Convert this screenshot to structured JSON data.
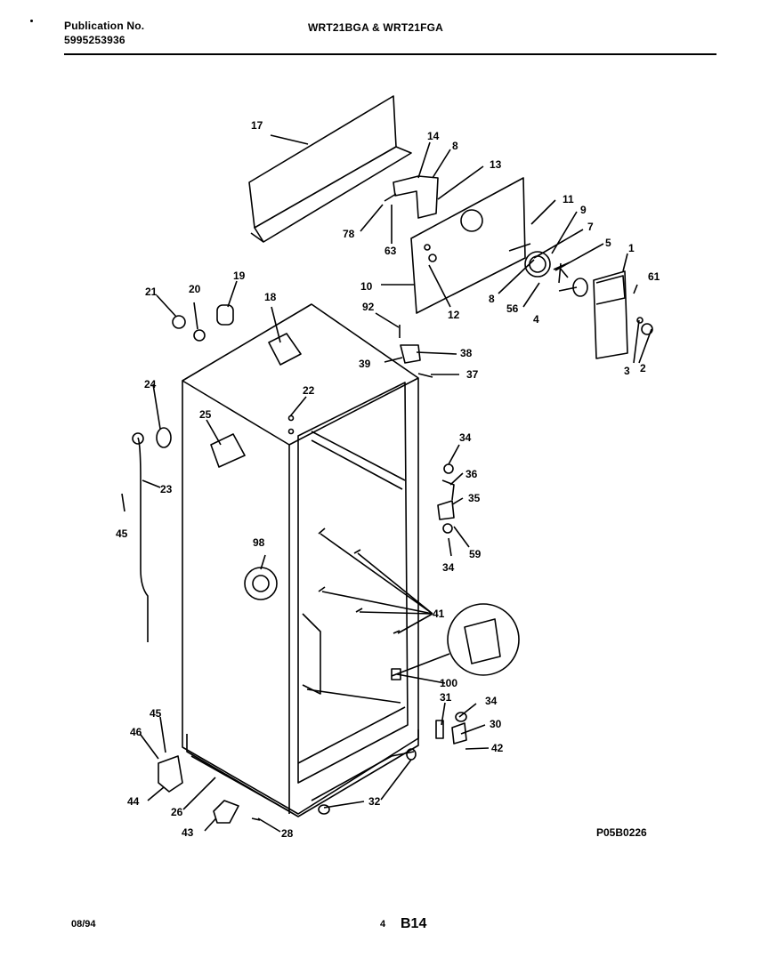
{
  "header": {
    "publication_label": "Publication No.",
    "publication_number": "5995253936",
    "models": "WRT21BGA & WRT21FGA"
  },
  "diagram": {
    "part_labels": [
      "17",
      "14",
      "8",
      "13",
      "78",
      "63",
      "11",
      "9",
      "7",
      "5",
      "1",
      "10",
      "12",
      "8",
      "56",
      "4",
      "61",
      "3",
      "2",
      "21",
      "20",
      "19",
      "18",
      "92",
      "38",
      "39",
      "37",
      "22",
      "24",
      "25",
      "23",
      "45",
      "34",
      "36",
      "35",
      "59",
      "34",
      "98",
      "41",
      "100",
      "31",
      "34",
      "30",
      "42",
      "45",
      "46",
      "44",
      "26",
      "43",
      "28",
      "32"
    ],
    "drawing_code": "P05B0226"
  },
  "footer": {
    "date": "08/94",
    "page": "4",
    "section": "B14"
  }
}
